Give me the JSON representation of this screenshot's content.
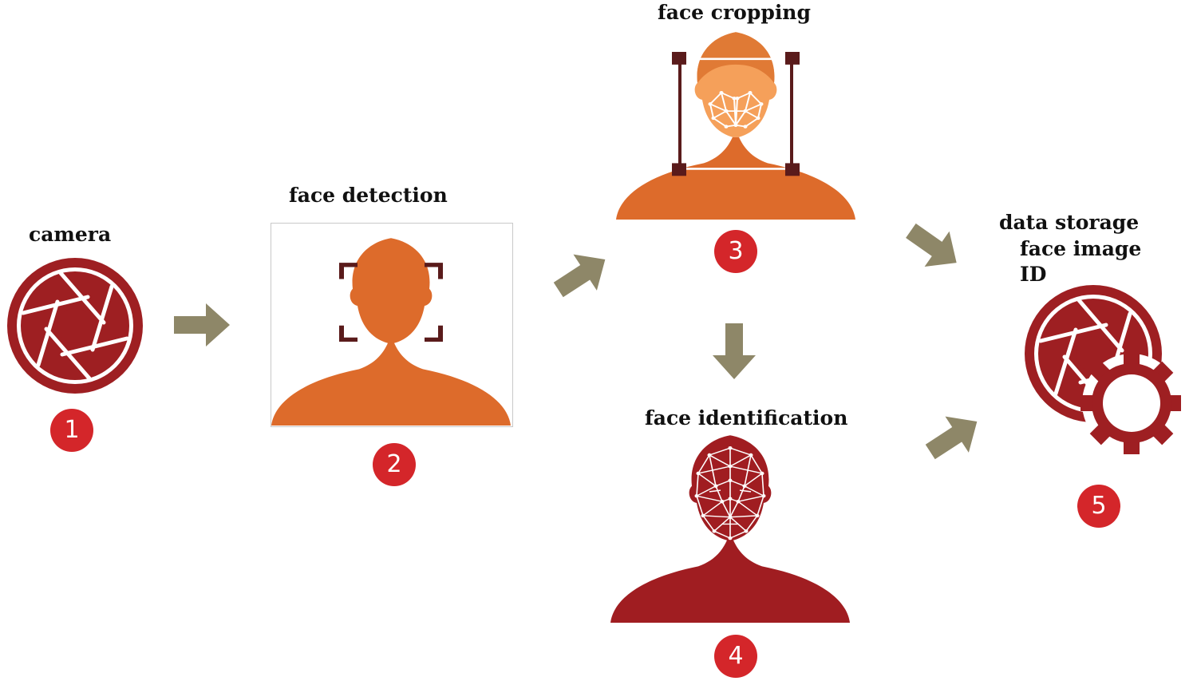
{
  "colors": {
    "camera_red": "#9e1f22",
    "badge_red": "#d4262a",
    "detect_orange": "#dd6b2b",
    "crop_head": "#f5a05a",
    "crop_body": "#dd6b2b",
    "ident_red": "#a01d21",
    "bracket": "#5a1b1b",
    "arrow": "#8e8768"
  },
  "steps": [
    {
      "number": "1",
      "label": "camera",
      "icon": "camera-shutter-icon"
    },
    {
      "number": "2",
      "label": "face detection",
      "icon": "head-silhouette-detection-icon"
    },
    {
      "number": "3",
      "label": "face cropping",
      "icon": "head-crop-frame-icon"
    },
    {
      "number": "4",
      "label": "face identification",
      "icon": "face-mesh-icon"
    },
    {
      "number": "5",
      "label_lines": [
        "data storage",
        "face image",
        "ID"
      ],
      "icon": "shutter-gear-icon"
    }
  ],
  "arrows": [
    {
      "from": "1",
      "to": "2",
      "icon": "arrow-right-icon"
    },
    {
      "from": "2",
      "to": "3",
      "icon": "arrow-up-right-icon"
    },
    {
      "from": "3",
      "to": "5",
      "icon": "arrow-down-right-icon"
    },
    {
      "from": "3",
      "to": "4",
      "icon": "arrow-down-icon"
    },
    {
      "from": "4",
      "to": "5",
      "icon": "arrow-up-right-icon"
    }
  ]
}
